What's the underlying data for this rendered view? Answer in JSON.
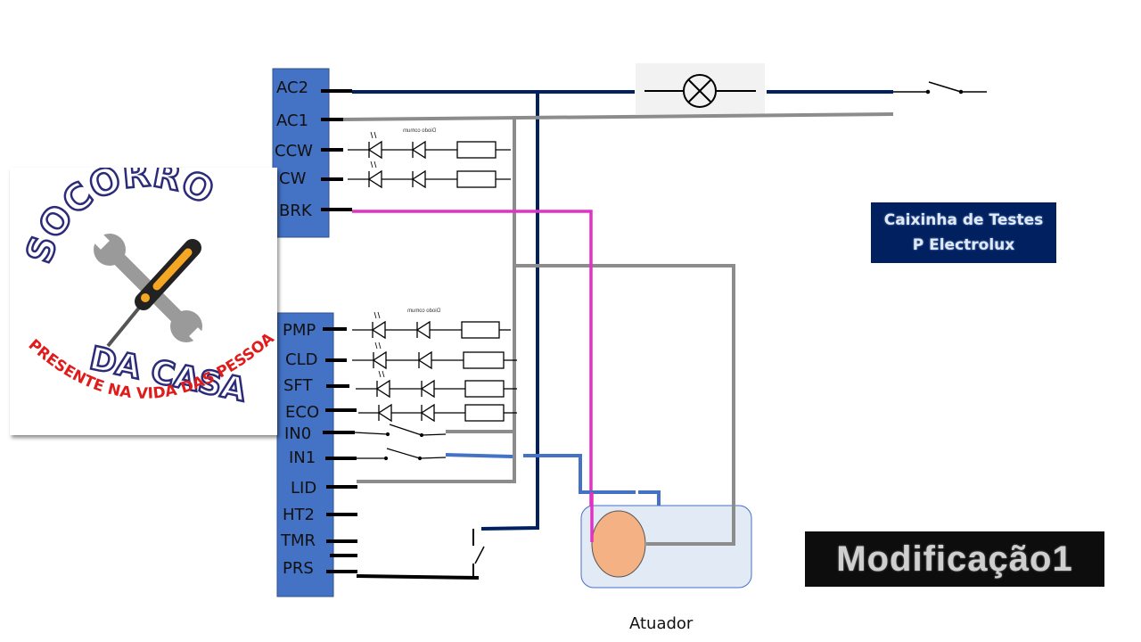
{
  "connector_top": {
    "pins": [
      "AC2",
      "AC1",
      "CCW",
      "CW",
      "BRK"
    ]
  },
  "connector_bottom": {
    "pins": [
      "PMP",
      "CLD",
      "SFT",
      "ECO",
      "IN0",
      "IN1",
      "LID",
      "HT2",
      "TMR",
      "PRS"
    ]
  },
  "component_labels": {
    "diode_common": "Diodo comum"
  },
  "title_box": {
    "line1": "Caixinha de Testes",
    "line2": "P Electrolux"
  },
  "modification_label": "Modificação1",
  "actuator_label": "Atuador",
  "logo": {
    "top_text": "SOCORRO",
    "middle_text": "DA CASA",
    "bottom_text": "PRESENTE NA VIDA DAS PESSOAS",
    "icon": "wrench-screwdriver-icon"
  },
  "colors": {
    "connector": "#4472c4",
    "ac2_wire": "#002060",
    "ac1_wire": "#808080",
    "brk_wire": "#e032c4",
    "in1_wire": "#4472c4",
    "actuator_body": "#e2eaf6",
    "actuator_motor": "#f4b183",
    "title_bg": "#002060",
    "mod_bg": "#0d0d0d"
  }
}
